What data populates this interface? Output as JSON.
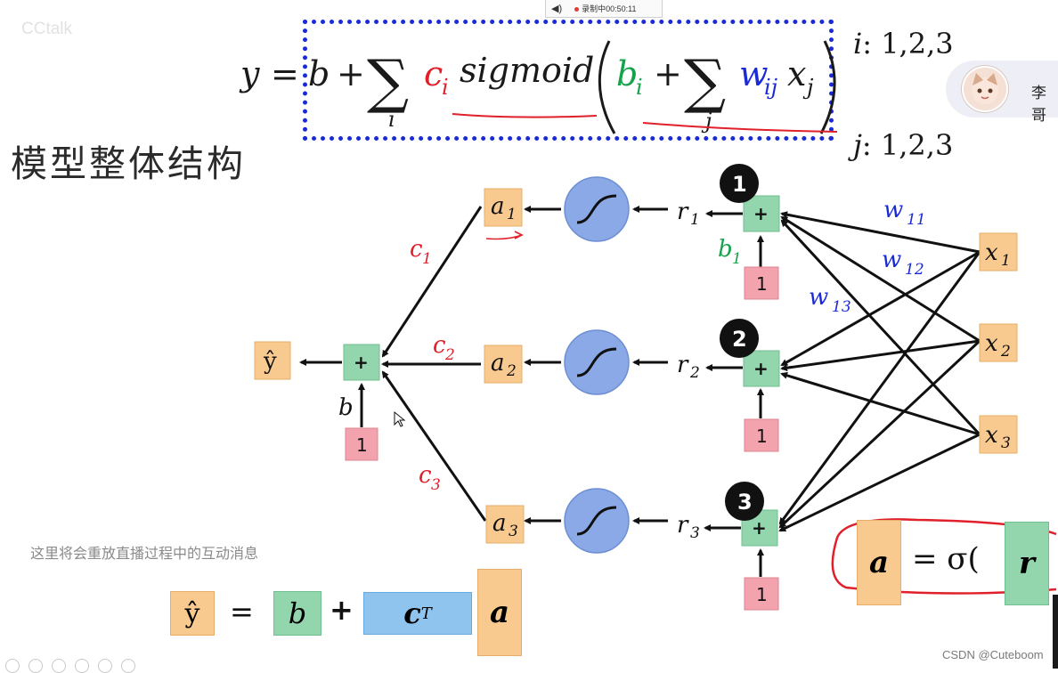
{
  "app": {
    "watermark": "CCtalk"
  },
  "recording": {
    "label": "录制中00:50:11"
  },
  "page": {
    "title": "模型整体结构"
  },
  "formula": {
    "lhs": "y",
    "eq": "=",
    "b": "b",
    "plus": "+",
    "sigma": "∑",
    "sum_index_i": "i",
    "c": "c",
    "c_sub": "i",
    "sigmoid": "sigmoid",
    "bi": "b",
    "bi_sub": "i",
    "w": "w",
    "w_sub": "ij",
    "x": "x",
    "x_sub": "j",
    "sum_index_j": "j"
  },
  "indices": {
    "i_label": "i",
    "i_values": ": 1,2,3",
    "j_label": "j",
    "j_values": ": 1,2,3"
  },
  "user": {
    "name": "李哥"
  },
  "notice": {
    "text": "这里将会重放直播过程中的互动消息"
  },
  "footer": {
    "credit": "CSDN @Cuteboom"
  },
  "diagram": {
    "nodes": {
      "y_hat": "ŷ",
      "plus": "+",
      "one": "1",
      "b_label": "b",
      "a": [
        "a",
        "a",
        "a"
      ],
      "a_sub": [
        "1",
        "2",
        "3"
      ],
      "r": [
        "r",
        "r",
        "r"
      ],
      "r_sub": [
        "1",
        "2",
        "3"
      ],
      "x": [
        "x",
        "x",
        "x"
      ],
      "x_sub": [
        "1",
        "2",
        "3"
      ],
      "c_labels": [
        "c",
        "c",
        "c"
      ],
      "c_sub": [
        "1",
        "2",
        "3"
      ],
      "b1": "b",
      "b1_sub": "1",
      "w_labels": [
        "w",
        "w",
        "w"
      ],
      "w_sub": [
        "11",
        "12",
        "13"
      ],
      "step_numbers": [
        "1",
        "2",
        "3"
      ]
    },
    "colors": {
      "orange_box": "#f9ca8f",
      "green_box": "#93d6ad",
      "pink_box": "#f2a3ae",
      "sigmoid_circle": "#8aa9e6",
      "c_red": "#e0202a",
      "b_green": "#14a34a",
      "w_blue": "#1a2bd6"
    }
  },
  "vector_formula": {
    "y_hat": "ŷ",
    "eq": "=",
    "b": "b",
    "plus": "+",
    "c": "c",
    "c_sup": "T",
    "a": "a"
  },
  "sigma_formula": {
    "a": "a",
    "eq": "= σ(",
    "r": "r"
  }
}
